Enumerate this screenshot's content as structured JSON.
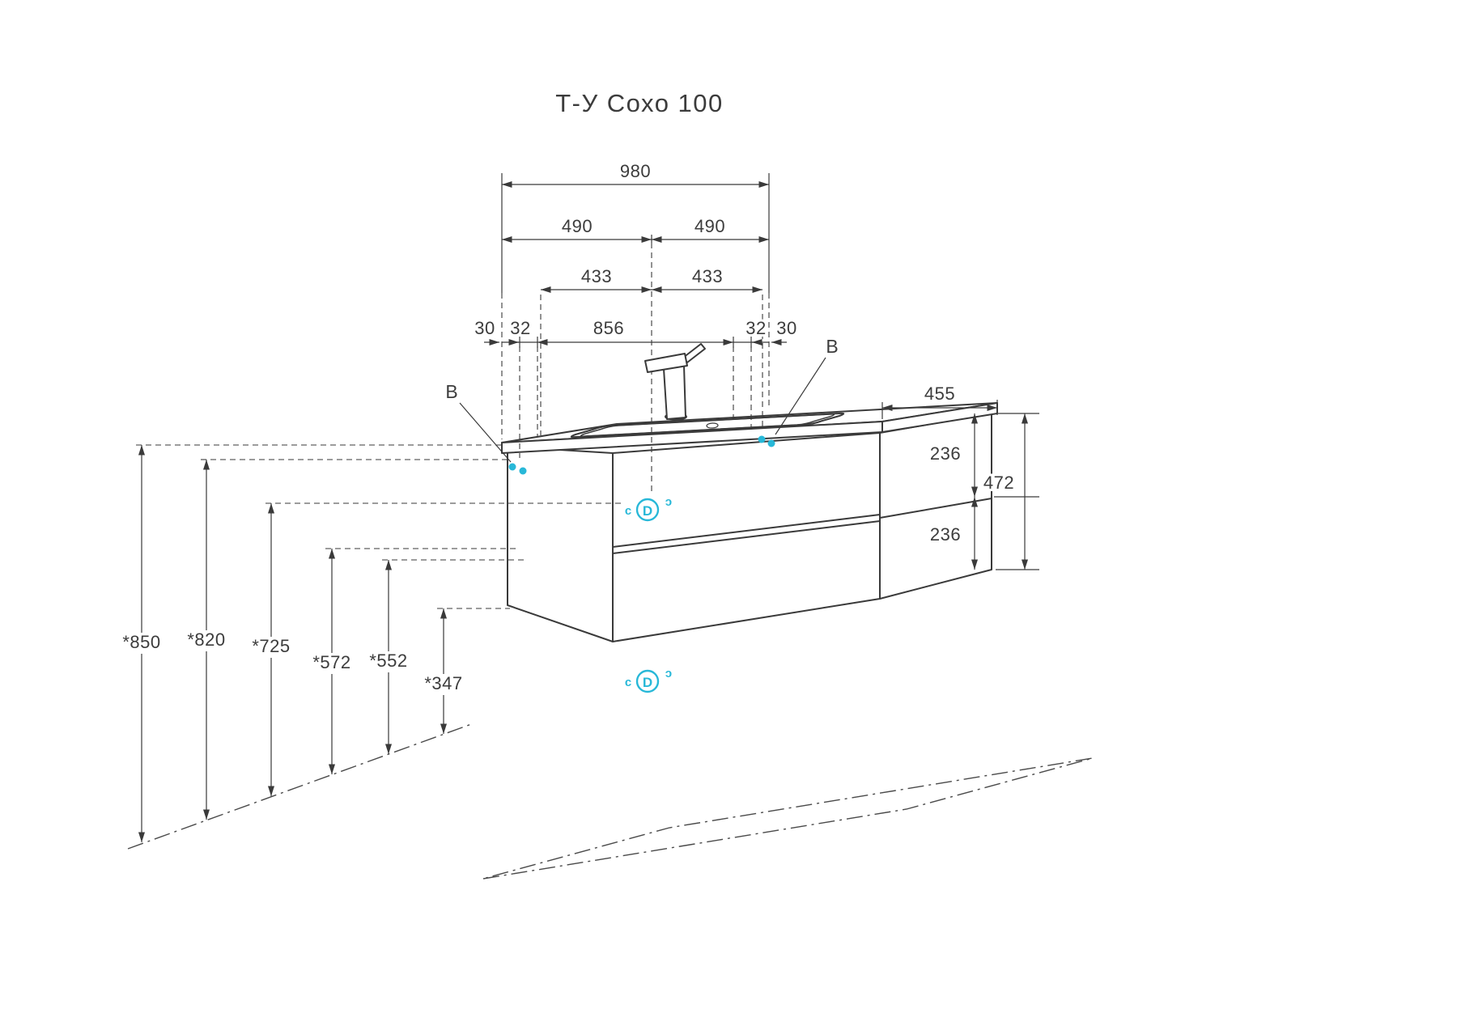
{
  "title": "Т-У Сохо 100",
  "colors": {
    "accent": "#28b8d8",
    "line": "#3a3a3a"
  },
  "dims": {
    "top_width": "980",
    "half_l": "490",
    "half_r": "490",
    "hole_l": "433",
    "hole_r": "433",
    "edge_l": "30",
    "off_l": "32",
    "span": "856",
    "off_r": "32",
    "edge_r": "30",
    "depth": "455",
    "right_upper": "236",
    "right_total": "472",
    "right_lower": "236",
    "h_850": "*850",
    "h_820": "*820",
    "h_725": "*725",
    "h_572": "*572",
    "h_552": "*552",
    "h_347": "*347"
  },
  "labels": {
    "mount_ref_left": "В",
    "mount_ref_right": "В",
    "drain": "D",
    "clip": "c"
  }
}
